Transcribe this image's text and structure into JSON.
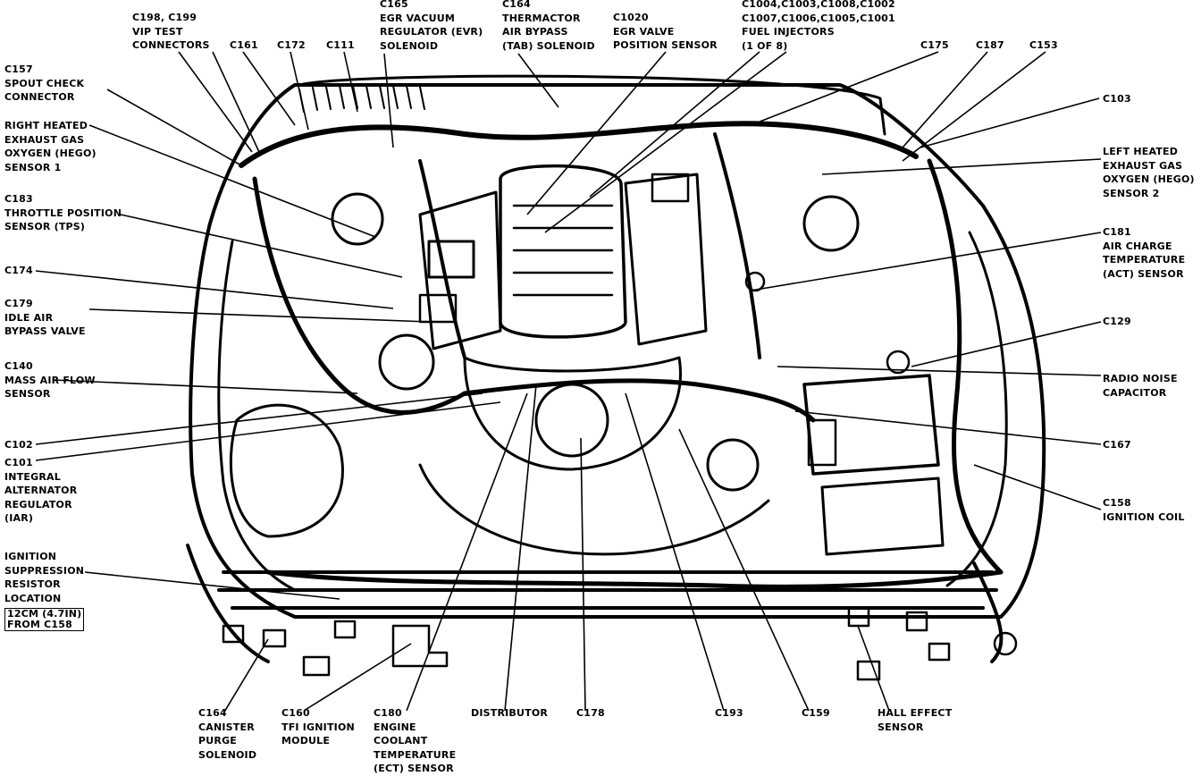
{
  "colors": {
    "ink": "#000000",
    "paper": "#ffffff"
  },
  "labels": {
    "c198": "C198, C199\nVIP TEST\nCONNECTORS",
    "c161": "C161",
    "c172": "C172",
    "c111": "C111",
    "c165": "C165\nEGR VACUUM\nREGULATOR (EVR)\nSOLENOID",
    "c164_top": "C164\nTHERMACTOR\nAIR BYPASS\n(TAB) SOLENOID",
    "c1020": "C1020\nEGR VALVE\nPOSITION SENSOR",
    "injectors": "C1004,C1003,C1008,C1002\nC1007,C1006,C1005,C1001\nFUEL INJECTORS\n(1 OF 8)",
    "c175": "C175",
    "c187": "C187",
    "c153": "C153",
    "c157": "C157\nSPOUT CHECK\nCONNECTOR",
    "right_hego": "RIGHT HEATED\nEXHAUST GAS\nOXYGEN (HEGO)\nSENSOR 1",
    "c183_tps": "C183\nTHROTTLE POSITION\nSENSOR (TPS)",
    "c174": "C174",
    "c179": "C179\nIDLE AIR\nBYPASS VALVE",
    "c140": "C140\nMASS AIR FLOW\nSENSOR",
    "c102": "C102",
    "c101": "C101\nINTEGRAL\nALTERNATOR\nREGULATOR\n(IAR)",
    "ignition_resistor": "IGNITION\nSUPPRESSION\nRESISTOR\nLOCATION",
    "resistor_box": "12CM (4.7IN)\nFROM C158",
    "c103": "C103",
    "left_hego": "LEFT HEATED\nEXHAUST GAS\nOXYGEN (HEGO)\nSENSOR 2",
    "c181": "C181\nAIR CHARGE\nTEMPERATURE\n(ACT) SENSOR",
    "c129": "C129",
    "radio_noise": "RADIO NOISE\nCAPACITOR",
    "c167": "C167",
    "c158": "C158\nIGNITION COIL",
    "c164_bottom": "C164\nCANISTER\nPURGE\nSOLENOID",
    "c160": "C160\nTFI IGNITION\nMODULE",
    "c180": "C180\nENGINE\nCOOLANT\nTEMPERATURE\n(ECT) SENSOR",
    "distributor": "DISTRIBUTOR",
    "c178": "C178",
    "c193": "C193",
    "c159": "C159",
    "hall": "HALL EFFECT\nSENSOR"
  }
}
